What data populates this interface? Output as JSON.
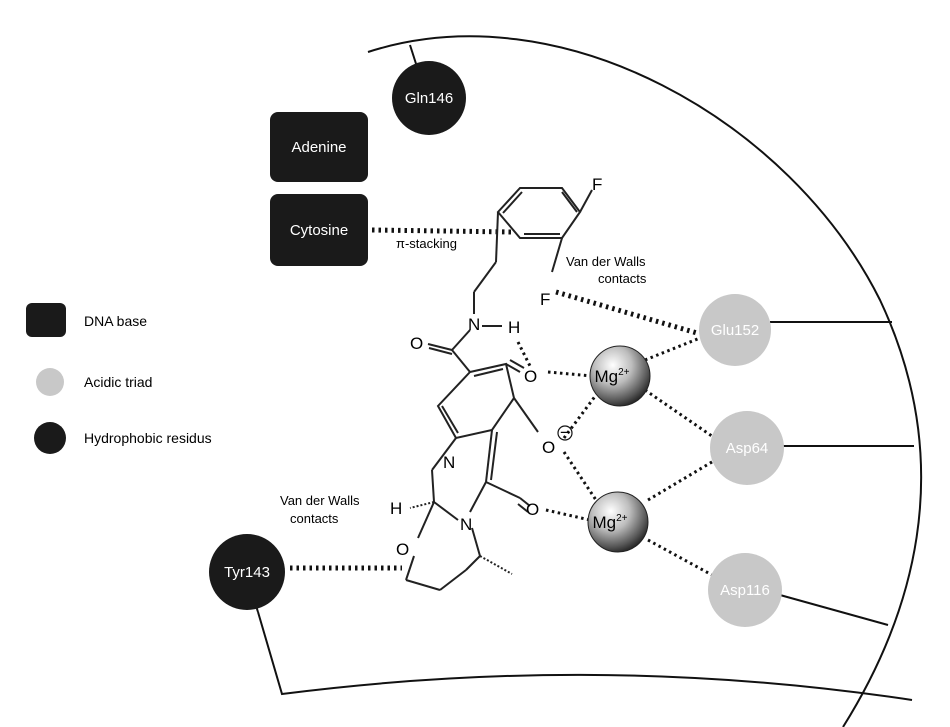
{
  "residues": {
    "gln146": "Gln146",
    "tyr143": "Tyr143",
    "glu152": "Glu152",
    "asp64": "Asp64",
    "asp116": "Asp116"
  },
  "bases": {
    "adenine": "Adenine",
    "cytosine": "Cytosine"
  },
  "metals": {
    "mg_top_base": "Mg",
    "mg_top_charge": "2+",
    "mg_bottom_base": "Mg",
    "mg_bottom_charge": "2+"
  },
  "annotations": {
    "pi_stacking": "π-stacking",
    "vdw_top_line1": "Van der Walls",
    "vdw_top_line2": "contacts",
    "vdw_left_line1": "Van der Walls",
    "vdw_left_line2": "contacts"
  },
  "atoms": {
    "f_top": "F",
    "f_ortho": "F",
    "n_amide": "N",
    "h_amide": "H",
    "o_amide": "O",
    "o_ketone": "O",
    "o_enolate": "O",
    "o_charge": "−",
    "n_ring1": "N",
    "n_ring2": "N",
    "o_carbonyl": "O",
    "o_ring": "O",
    "h_stereo": "H"
  },
  "legend": {
    "dna_base": "DNA base",
    "acidic_triad": "Acidic triad",
    "hydrophobic": "Hydrophobic residus"
  },
  "colors": {
    "dna_base": "#1a1a1a",
    "hydrophobic": "#1a1a1a",
    "acidic_triad": "#c8c8c8"
  }
}
